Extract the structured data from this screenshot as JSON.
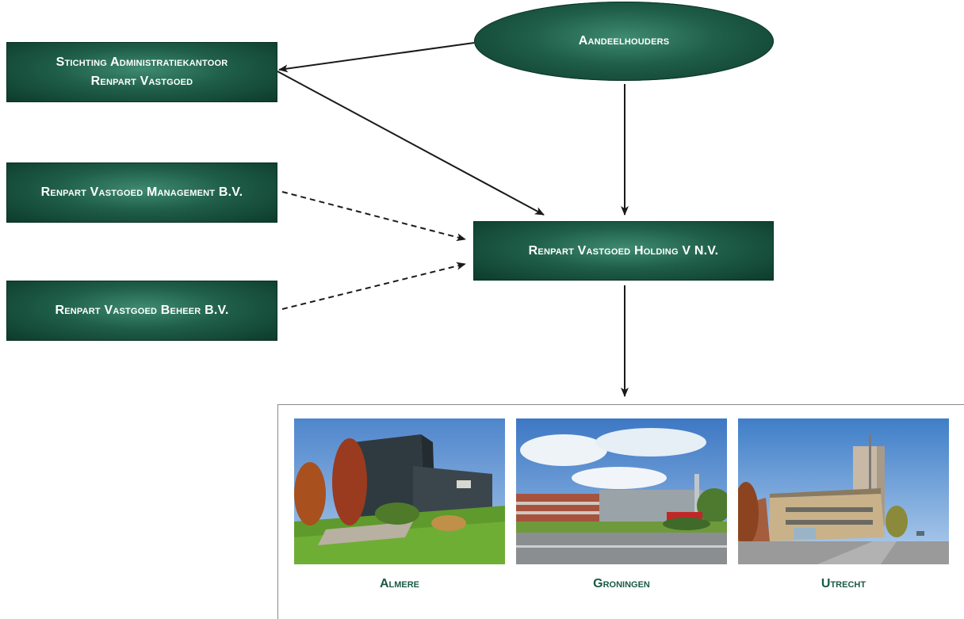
{
  "nodes": {
    "shareholders": "Aandeelhouders",
    "stak": [
      "Stichting Administratiekantoor",
      "Renpart Vastgoed"
    ],
    "management": "Renpart Vastgoed Management B.V.",
    "beheer": "Renpart Vastgoed Beheer B.V.",
    "holding": "Renpart Vastgoed Holding V N.V."
  },
  "edges": [
    {
      "from": "shareholders",
      "to": "stak",
      "style": "solid"
    },
    {
      "from": "stak",
      "to": "holding",
      "style": "solid"
    },
    {
      "from": "shareholders",
      "to": "holding",
      "style": "solid"
    },
    {
      "from": "management",
      "to": "holding",
      "style": "dashed"
    },
    {
      "from": "beheer",
      "to": "holding",
      "style": "dashed"
    },
    {
      "from": "holding",
      "to": "properties",
      "style": "solid"
    }
  ],
  "properties": [
    {
      "city": "Almere"
    },
    {
      "city": "Groningen"
    },
    {
      "city": "Utrecht"
    }
  ],
  "colors": {
    "box_dark": "#0c3a2b",
    "box_light": "#3e8a70",
    "caption": "#1b5a45",
    "arrow": "#1a1a1a"
  }
}
